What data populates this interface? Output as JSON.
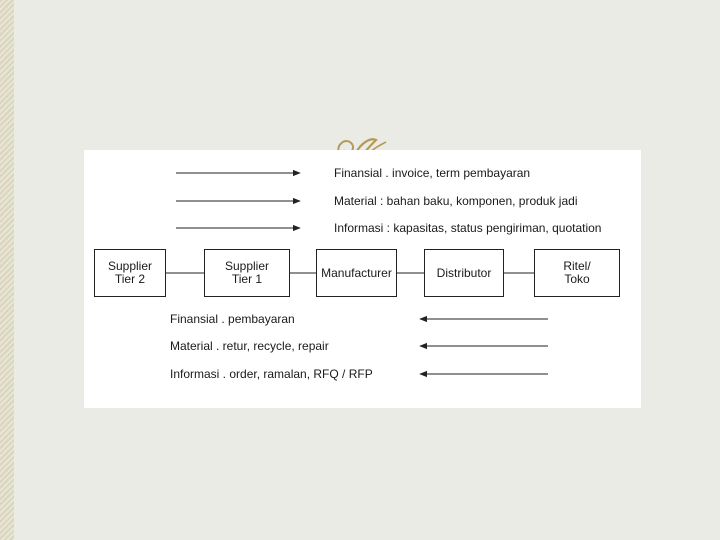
{
  "slide": {
    "ornament_icon": "flourish-icon",
    "accent_color": "#b49a55"
  },
  "diagram": {
    "upstream_flows": [
      "Finansial . invoice, term pembayaran",
      "Material : bahan baku, komponen, produk jadi",
      "Informasi : kapasitas, status pengiriman, quotation"
    ],
    "nodes": [
      {
        "line1": "Supplier",
        "line2": "Tier 2"
      },
      {
        "line1": "Supplier",
        "line2": "Tier 1"
      },
      {
        "line1": "Manufacturer",
        "line2": ""
      },
      {
        "line1": "Distributor",
        "line2": ""
      },
      {
        "line1": "Ritel/",
        "line2": "Toko"
      }
    ],
    "downstream_flows": [
      "Finansial . pembayaran",
      "Material . retur, recycle, repair",
      "Informasi . order, ramalan, RFQ / RFP"
    ]
  }
}
